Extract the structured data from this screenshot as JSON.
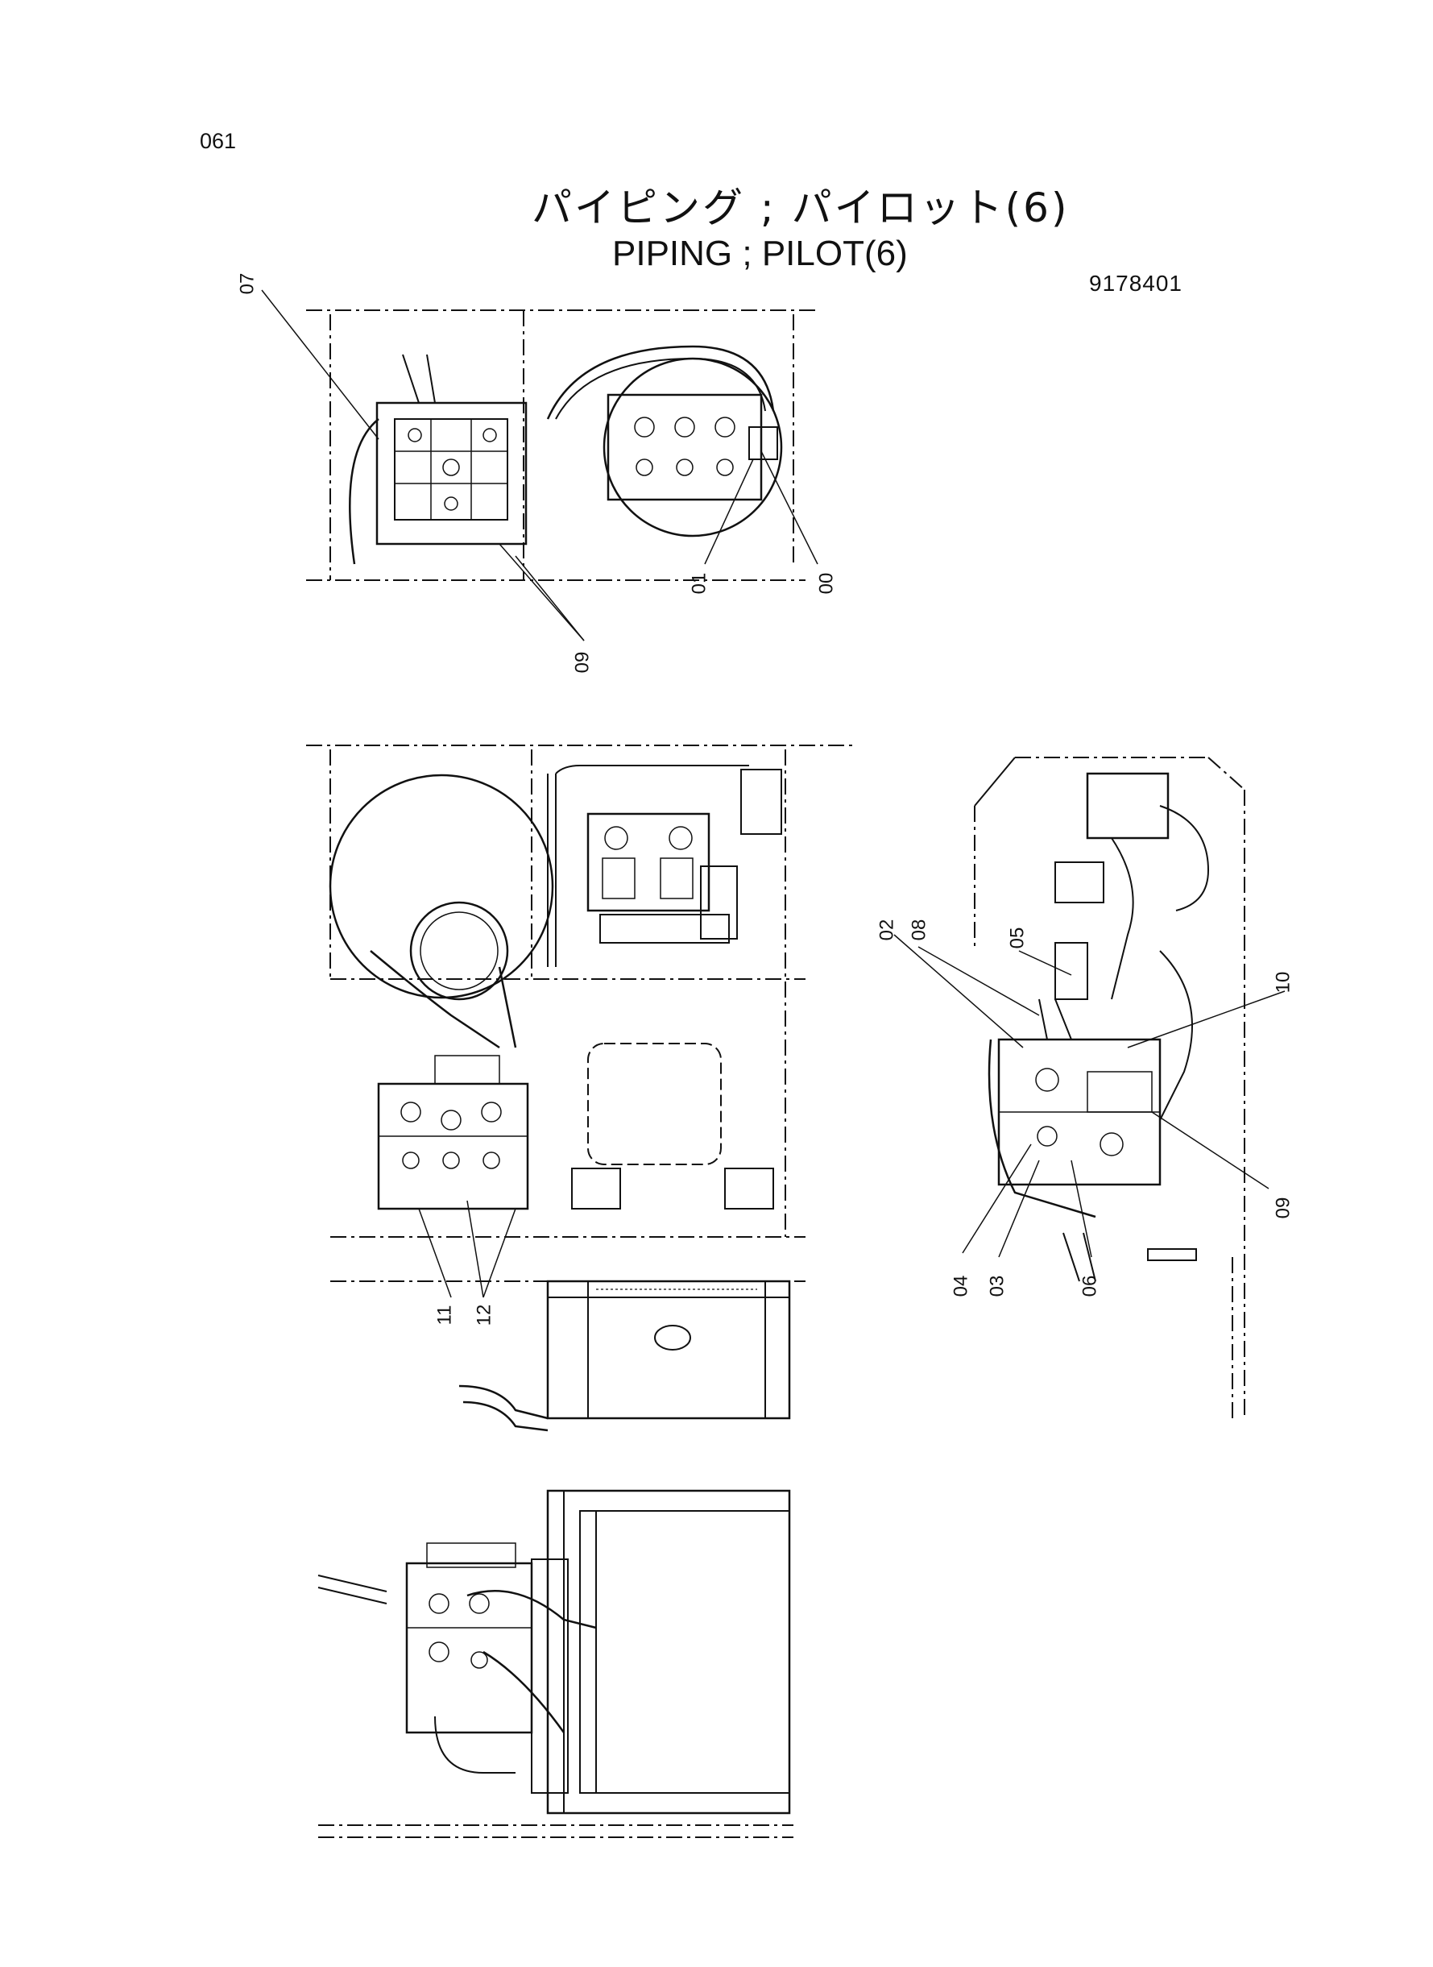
{
  "page": {
    "number": "061",
    "title_jp": "パイピング ; パイロット(6)",
    "title_en": "PIPING ; PILOT(6)",
    "reference": "9178401"
  },
  "callouts": {
    "top": {
      "c07": "07",
      "c01": "01",
      "c00": "00",
      "c09": "09"
    },
    "mid": {
      "c11": "11",
      "c12": "12"
    },
    "right": {
      "c02": "02",
      "c08": "08",
      "c05": "05",
      "c10": "10",
      "c09": "09",
      "c04": "04",
      "c03": "03",
      "c06": "06"
    }
  }
}
